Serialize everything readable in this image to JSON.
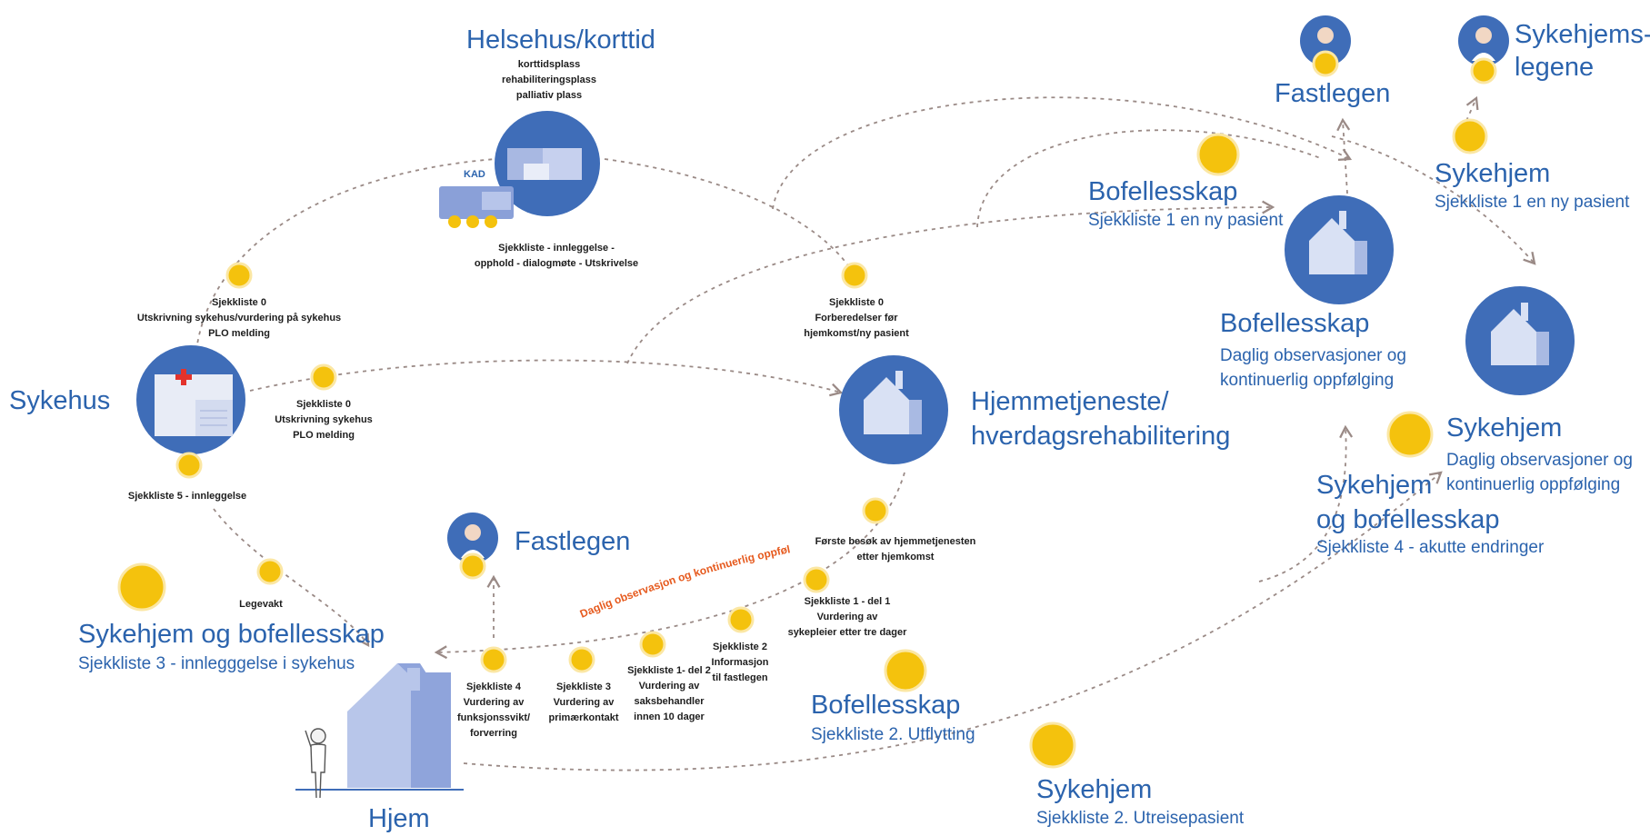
{
  "colors": {
    "blue": "#3f6db8",
    "text_blue": "#2b63ad",
    "yellow": "#f4c20d",
    "yellow_ring": "#fbe7a4",
    "dash": "#9a8a86",
    "orange": "#e65a1e"
  },
  "nodes": {
    "helsehus": {
      "title": "Helsehus/korttid",
      "lines": [
        "korttidsplass",
        "rehabiliteringsplass",
        "palliativ plass"
      ],
      "kad": "KAD",
      "checklist": [
        "Sjekkliste - innleggelse -",
        "opphold - dialogmøte - Utskrivelse"
      ]
    },
    "sykehus": {
      "title": "Sykehus",
      "checklist_top": [
        "Sjekkliste 0",
        "Utskrivning sykehus/vurdering på sykehus",
        "PLO melding"
      ],
      "checklist_right": [
        "Sjekkliste 0",
        "Utskrivning sykehus",
        "PLO melding"
      ],
      "checklist_bottom": "Sjekkliste 5 - innleggelse",
      "legevakt": "Legevakt"
    },
    "hjemmetjeneste": {
      "title_lines": [
        "Hjemmetjeneste/",
        "hverdagsrehabilitering"
      ],
      "checklist_top": [
        "Sjekkliste 0",
        "Forberedelser før",
        "hjemkomst/ny pasient"
      ],
      "first_visit": [
        "Første besøk av hjemmetjenesten",
        "etter hjemkomst"
      ]
    },
    "hjem": {
      "title": "Hjem"
    },
    "fastlegen_left": {
      "title": "Fastlegen"
    },
    "fastlegen_right": {
      "title": "Fastlegen"
    },
    "sykehjemslegene": {
      "title_lines": [
        "Sykehjems-",
        "legene"
      ]
    },
    "bofellesskap_top": {
      "title": "Bofellesskap",
      "sub": "Sjekkliste 1 en ny pasient"
    },
    "bofellesskap_mid": {
      "title": "Bofellesskap",
      "sub_lines": [
        "Daglig observasjoner og",
        "kontinuerlig oppfølging"
      ]
    },
    "sykehjem_top": {
      "title": "Sykehjem",
      "sub": "Sjekkliste 1 en ny pasient"
    },
    "sykehjem_mid": {
      "title": "Sykehjem",
      "sub_lines": [
        "Daglig observasjoner og",
        "kontinuerlig oppfølging"
      ]
    },
    "sykehjem_bofellesskap_right": {
      "title_lines": [
        "Sykehjem",
        "og bofellesskap"
      ],
      "sub": "Sjekkliste 4 - akutte endringer"
    },
    "sykehjem_bofellesskap_left": {
      "title": "Sykehjem og bofellesskap",
      "sub": "Sjekkliste 3 - innlegggelse i sykehus"
    },
    "bofellesskap_bottom": {
      "title": "Bofellesskap",
      "sub": "Sjekkliste 2. Utflytting"
    },
    "sykehjem_bottom": {
      "title": "Sykehjem",
      "sub": "Sjekkliste 2. Utreisepasient"
    }
  },
  "home_steps": {
    "orange_label": "Daglig observasjon og kontinuerlig oppfølging",
    "step_1_del_1": [
      "Sjekkliste 1 - del 1",
      "Vurdering av",
      "sykepleier etter tre dager"
    ],
    "step_2": [
      "Sjekkliste 2",
      "Informasjon",
      "til fastlegen"
    ],
    "step_1_del_2": [
      "Sjekkliste 1- del 2",
      "Vurdering av",
      "saksbehandler",
      "innen 10 dager"
    ],
    "step_3": [
      "Sjekkliste 3",
      "Vurdering av",
      "primærkontakt"
    ],
    "step_4": [
      "Sjekkliste 4",
      "Vurdering av",
      "funksjonssvikt/",
      "forverring"
    ]
  }
}
